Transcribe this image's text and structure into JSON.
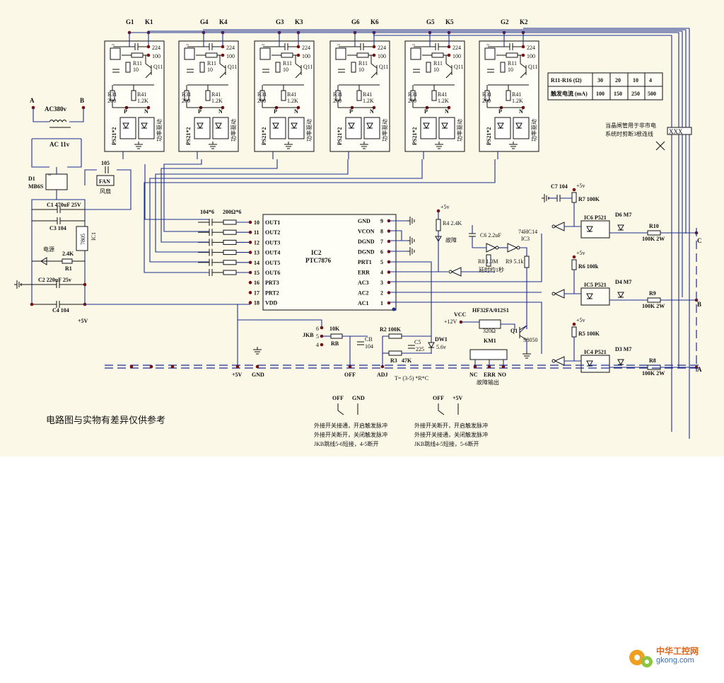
{
  "terminals": {
    "top": [
      "G1",
      "K1",
      "G4",
      "K4",
      "G3",
      "K3",
      "G6",
      "K6",
      "G5",
      "K5",
      "G2",
      "K2"
    ],
    "ac_a": "A",
    "ac_b": "B"
  },
  "module": {
    "c_top": "224",
    "r_top": "100",
    "r11": "R11",
    "r11_val": "10",
    "q": "Q11",
    "r31": "R31",
    "r31_val": "200",
    "r41": "R41",
    "r41_val": "1.2K",
    "p": "P",
    "n": "N",
    "ps": "PS21*2",
    "drive": "功率驱动"
  },
  "supply": {
    "transformer": "AC380v",
    "sec": "AC 11v",
    "d1": "D1",
    "d1_part": "MB6S",
    "c1": "C1 470uF 25V",
    "c3": "C3 104",
    "c2": "C2 220uF 25v",
    "c4": "C4 104",
    "reg": "7805",
    "ic1": "IC1",
    "led": "电源",
    "r1": "R1",
    "r1_val": "2.4K",
    "fan_cap": "105",
    "fan": "FAN",
    "fan_label": "风扇",
    "plus5": "+5V"
  },
  "ic2": {
    "name": "IC2",
    "part": "PTC7876",
    "in_caps": "104*6",
    "in_res": "200Ω*6",
    "left_pins": [
      [
        "10",
        "OUT1"
      ],
      [
        "11",
        "OUT2"
      ],
      [
        "12",
        "OUT3"
      ],
      [
        "13",
        "OUT4"
      ],
      [
        "14",
        "OUT5"
      ],
      [
        "15",
        "OUT6"
      ],
      [
        "16",
        "PRT3"
      ],
      [
        "17",
        "PRT2"
      ],
      [
        "18",
        "VDD"
      ]
    ],
    "right_pins": [
      [
        "GND",
        "9"
      ],
      [
        "VCON",
        "8"
      ],
      [
        "DGND",
        "7"
      ],
      [
        "DGND",
        "6"
      ],
      [
        "PRT1",
        "5"
      ],
      [
        "ERR",
        "4"
      ],
      [
        "AC3",
        "3"
      ],
      [
        "AC2",
        "2"
      ],
      [
        "AC1",
        "1"
      ]
    ]
  },
  "delay": {
    "r4": "R4 2.4K",
    "fault": "故障",
    "c6": "C6 2.2uF",
    "ic3": "74HC14",
    "ic3_name": "IC3",
    "r8": "R8 1.0M",
    "r9": "R9 5.1k",
    "note": "延时约1秒",
    "plus5": "+5v"
  },
  "table": {
    "header": "R11-R16 (Ω)",
    "row1_label": "触发电流 (mA)",
    "r_vals": [
      "30",
      "20",
      "10",
      "4"
    ],
    "i_vals": [
      "100",
      "150",
      "250",
      "500"
    ]
  },
  "note_right": [
    "当晶闸管用于非市电",
    "系统时剪断3根连线"
  ],
  "opto": [
    {
      "c": "C7 104",
      "r": "R7 100K",
      "ic": "IC6 P521",
      "d": "D6 M7",
      "rout": "R10",
      "rval": "100K 2W",
      "phase": "C"
    },
    {
      "c": "",
      "r": "R6 100k",
      "ic": "IC5 P521",
      "d": "D4 M7",
      "rout": "R9",
      "rval": "100K 2W",
      "phase": "B"
    },
    {
      "c": "",
      "r": "R5 100K",
      "ic": "IC4 P521",
      "d": "D3 M7",
      "rout": "R8",
      "rval": "100K 2W",
      "phase": "A"
    }
  ],
  "bottom": {
    "jkb": "JKB",
    "j6": "6",
    "j5": "5",
    "j4": "4",
    "rb": "RB",
    "rb_val": "10K",
    "cb": "CB",
    "cb_val": "104",
    "r2": "R2 100K",
    "r3": "R3",
    "r3_val": "47K",
    "c5": "C5",
    "c5_val": "225",
    "dw1": "DW1",
    "dw1_val": "5.6v",
    "t_note": "T= (3-5)  *R*C",
    "vcc": "VCC",
    "v12": "+12V",
    "relay": "HF32FA/012S1",
    "relay_r": "320Ω",
    "km1": "KM1",
    "q1": "Q1",
    "q1_part": "S8050",
    "term_labels": [
      "+5V",
      "GND",
      "OFF",
      "ADJ",
      "NC",
      "ERR",
      "NO"
    ],
    "fault_out": "故障输出",
    "plus5": "+5v"
  },
  "legend": {
    "left": {
      "a": "OFF",
      "b": "GND",
      "lines": [
        "外接开关接通，开启触发脉冲",
        "外接开关断开，关闭触发脉冲",
        "JKB跳线5-6短接，4-5断开"
      ]
    },
    "right": {
      "a": "OFF",
      "b": "+5V",
      "lines": [
        "外接开关断开，开启触发脉冲",
        "外接开关接通，关闭触发脉冲",
        "JKB跳线4-5短接，5-6断开"
      ]
    }
  },
  "caption": "电路图与实物有差异仅供参考",
  "watermark": {
    "name": "中华工控网",
    "url": "gkong.com",
    "accent": "#e0651b"
  }
}
